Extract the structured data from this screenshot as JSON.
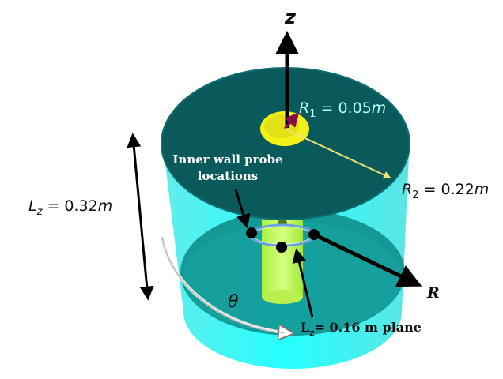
{
  "labels": {
    "z_axis": "z",
    "r_axis": "R",
    "theta": "θ",
    "r1_sym": "R",
    "r1_sub": "1",
    "r1_val": " = 0.05",
    "r1_unit": "m",
    "r2_sym": "R",
    "r2_sub": "2",
    "r2_val": " = 0.22",
    "r2_unit": "m",
    "lz_sym": "L",
    "lz_sub": "z",
    "lz_val": " = 0.32",
    "lz_unit": "m",
    "probe_line1": "Inner wall probe",
    "probe_line2": "locations",
    "plane_sym": "L",
    "plane_sub": "z",
    "plane_val": "= 0.16 m plane"
  },
  "colors": {
    "top_disk": "#0a5a5c",
    "cylinder_body": "#00ffff",
    "bottom_disk": "#0e8f8c",
    "inner_rod": "#bfff5a",
    "inner_hole": "#f2f21a",
    "r1_arrow": "#8a0a4a",
    "r2_arrow": "#f0e070",
    "probe_ring": "#6aa0e0",
    "label_light": "#b0ffff",
    "label_dark": "#111111"
  }
}
